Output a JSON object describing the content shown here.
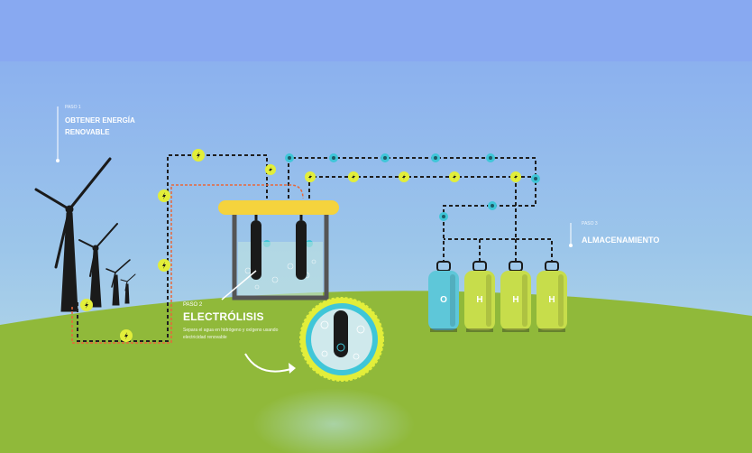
{
  "step1": {
    "small": "PASO 1",
    "title": "OBTENER ENERGÍA RENOVABLE"
  },
  "step2": {
    "small": "PASO 2",
    "title": "ELECTRÓLISIS",
    "description": "Separa el agua en hidrógeno y oxígeno usando electricidad renovable"
  },
  "step3": {
    "small": "PASO 3",
    "title": "ALMACENAMIENTO"
  },
  "tanks": [
    {
      "label": "O",
      "color": "#5ec7d9"
    },
    {
      "label": "H",
      "color": "#c7dd4b"
    },
    {
      "label": "H",
      "color": "#c7dd4b"
    },
    {
      "label": "H",
      "color": "#c7dd4b"
    }
  ],
  "colors": {
    "sky": "#8db6ee",
    "ground": "#8fb83a",
    "accent_yellow": "#e2ee3a",
    "accent_cyan": "#3fc6d8",
    "wire": "#2a2a2a",
    "wire_red": "#e8673a"
  },
  "icons": {
    "bolt": "lightning-bolt-icon",
    "molecule": "water-molecule-icon"
  }
}
